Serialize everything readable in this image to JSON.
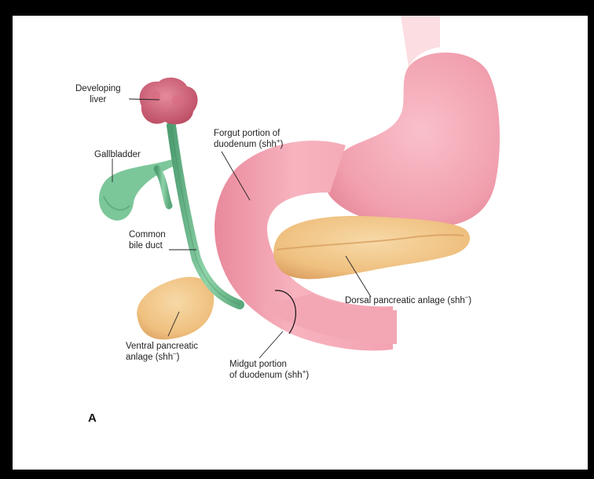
{
  "figure": {
    "panel_label": "A",
    "labels": {
      "liver": [
        "Developing",
        "liver"
      ],
      "gallbladder": "Gallbladder",
      "bile_duct": [
        "Common",
        "bile duct"
      ],
      "foregut": {
        "line1": "Forgut portion of",
        "line2_prefix": "duodenum (shh",
        "sup": "+",
        "line2_suffix": ")"
      },
      "dorsal": {
        "prefix": "Dorsal pancreatic anlage (shh",
        "sup": "–",
        "suffix": ")"
      },
      "ventral": {
        "line1": "Ventral pancreatic",
        "line2_prefix": "anlage (shh",
        "sup": "–",
        "line2_suffix": ")"
      },
      "midgut": {
        "line1": "Midgut portion",
        "line2_prefix": "of duodenum (shh",
        "sup": "+",
        "line2_suffix": ")"
      }
    },
    "colors": {
      "border": "#000000",
      "stomach": "#f4a3b0",
      "stomach_shade": "#e98597",
      "liver": "#c9586e",
      "bile": "#7cc79a",
      "bile_shade": "#4f9e72",
      "pancreas": "#f0c588",
      "pancreas_shade": "#d9a25d"
    }
  }
}
